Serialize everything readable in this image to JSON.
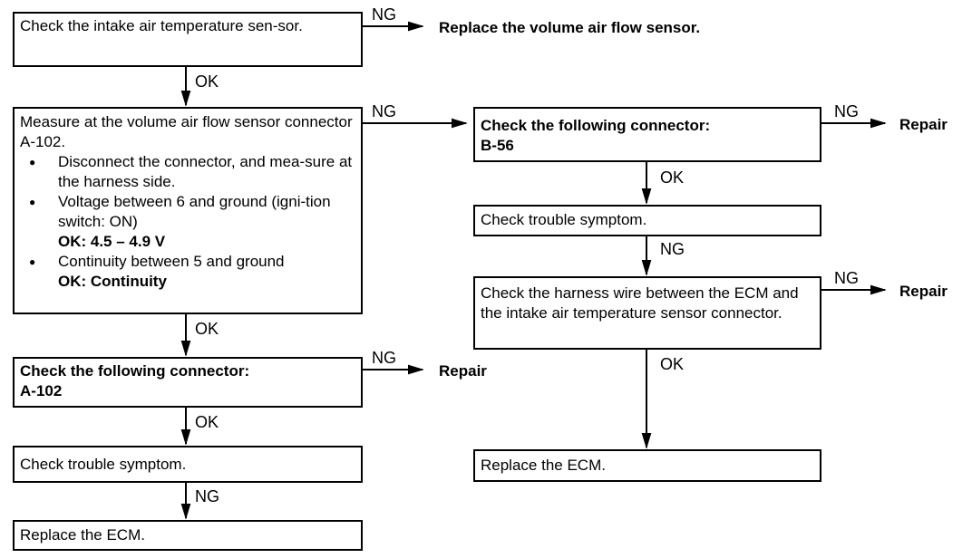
{
  "boxes": {
    "check_iat": {
      "text": "Check the intake air temperature sen-sor."
    },
    "measure_vaf": {
      "title": "Measure at the volume air flow sensor connector A-102.",
      "items": [
        {
          "text": "Disconnect the connector, and mea-sure at the harness side."
        },
        {
          "text": "Voltage between 6 and ground (igni-tion switch: ON)",
          "ok": "OK: 4.5 – 4.9 V"
        },
        {
          "text": "Continuity between 5 and ground",
          "ok": "OK: Continuity"
        }
      ]
    },
    "check_conn_a102": {
      "line1": "Check the following connector:",
      "line2": "A-102"
    },
    "check_symptom_left": {
      "text": "Check trouble symptom."
    },
    "replace_ecm_left": {
      "text": "Replace the ECM."
    },
    "check_conn_b56": {
      "line1": "Check the following connector:",
      "line2": "B-56"
    },
    "check_symptom_right": {
      "text": "Check trouble symptom."
    },
    "check_harness": {
      "text": "Check the harness wire between the ECM and the intake air temperature sensor connector."
    },
    "replace_ecm_right": {
      "text": "Replace the ECM."
    }
  },
  "outcomes": {
    "replace_vaf": "Replace the volume air flow sensor.",
    "repair_1": "Repair",
    "repair_2": "Repair",
    "repair_3": "Repair"
  },
  "labels": {
    "ng_1": "NG",
    "ok_1": "OK",
    "ng_2": "NG",
    "ok_2": "OK",
    "ng_3": "NG",
    "ok_3": "OK",
    "ng_4": "NG",
    "ng_5": "NG",
    "ok_4": "OK",
    "ng_6": "NG",
    "ng_7": "NG",
    "ok_5": "OK"
  }
}
